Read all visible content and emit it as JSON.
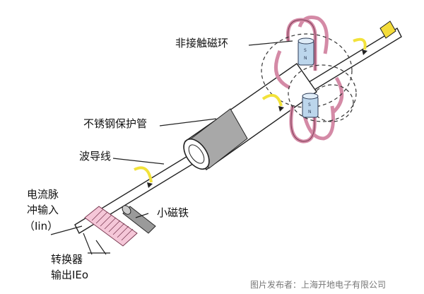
{
  "labels": {
    "magnet_ring": "非接触磁环",
    "steel_tube": "不锈钢保护管",
    "waveguide": "波导线",
    "pulse_input_line1": "电流脉",
    "pulse_input_line2": "冲输入",
    "pulse_input_line3": "（Iin）",
    "small_magnet": "小磁铁",
    "converter_line1": "转换器",
    "converter_line2": "输出IEo",
    "magnet_pole_s": "S",
    "magnet_pole_n": "N"
  },
  "credit": "图片发布者：上海开地电子有限公司",
  "colors": {
    "ring": "#d48aa6",
    "tube_gray": "#a8a8a8",
    "wave_arrow": "#f2e23a",
    "magnet_blue": "#bcd6ec",
    "pulse_block": "#f5c7d8",
    "cap_yellow": "#f4dc3a",
    "field_line": "#333333"
  }
}
